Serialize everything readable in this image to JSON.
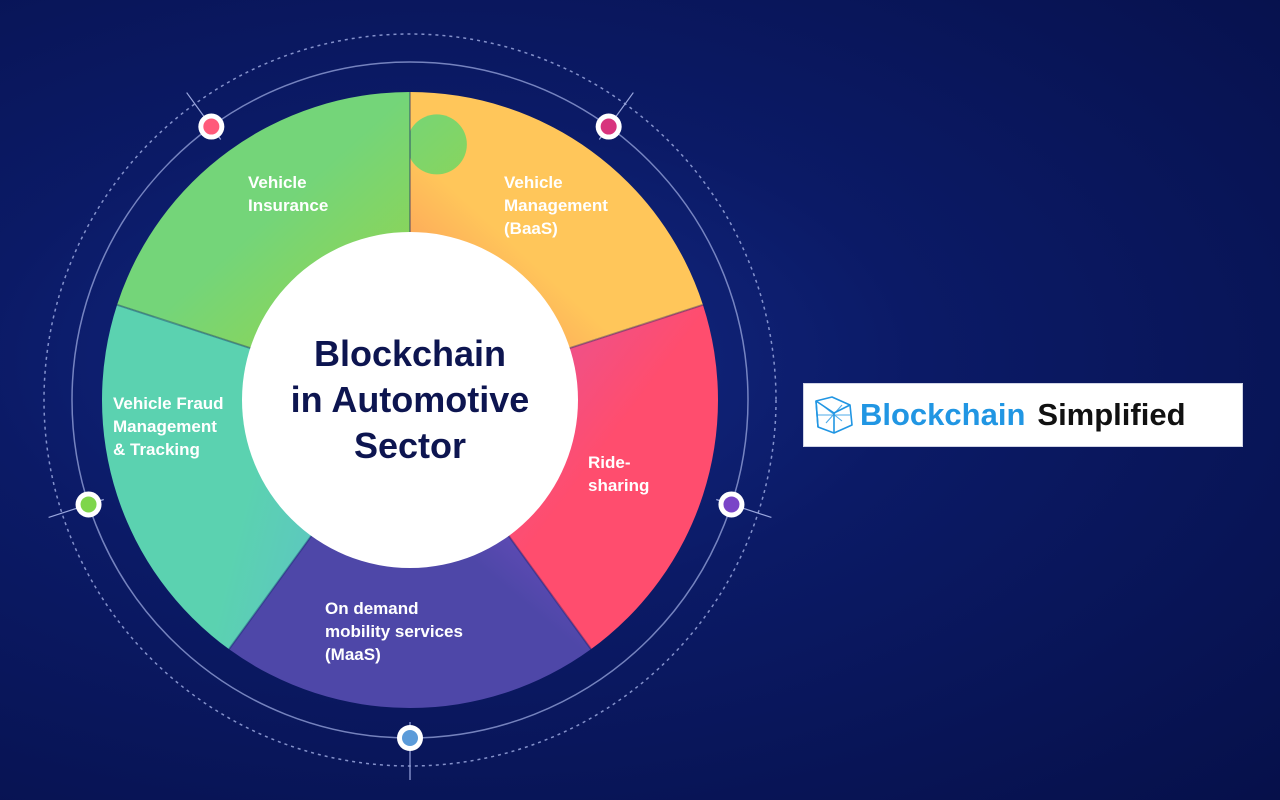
{
  "diagram": {
    "center": {
      "lines": [
        "Blockchain",
        "in Automotive",
        "Sector"
      ]
    },
    "segments": [
      {
        "id": "insurance",
        "lines": [
          "Vehicle",
          "Insurance"
        ],
        "colors": [
          "#f4495a",
          "#ffc65a"
        ]
      },
      {
        "id": "management",
        "lines": [
          "Vehicle",
          "Management",
          "(BaaS)"
        ],
        "colors": [
          "#c35bd0",
          "#ff4d6e"
        ]
      },
      {
        "id": "ridesharing",
        "lines": [
          "Ride-",
          "sharing"
        ],
        "colors": [
          "#b35cf6",
          "#4e47a8"
        ]
      },
      {
        "id": "mobility",
        "lines": [
          "On demand",
          "mobility services",
          "(MaaS)"
        ],
        "colors": [
          "#5bd2b0",
          "#62a3f5"
        ]
      },
      {
        "id": "fraud",
        "lines": [
          "Vehicle Fraud",
          "Management",
          "& Tracking"
        ],
        "colors": [
          "#74d579",
          "#a7d432"
        ]
      }
    ],
    "dot_colors": [
      "#ff5a7a",
      "#d8347d",
      "#7a45c7",
      "#5b9bd9",
      "#7ed64a"
    ]
  },
  "brand": {
    "word1": "Blockchain",
    "word2": "Simplified",
    "logo_icon": "blockchain-cube-logo-icon"
  }
}
